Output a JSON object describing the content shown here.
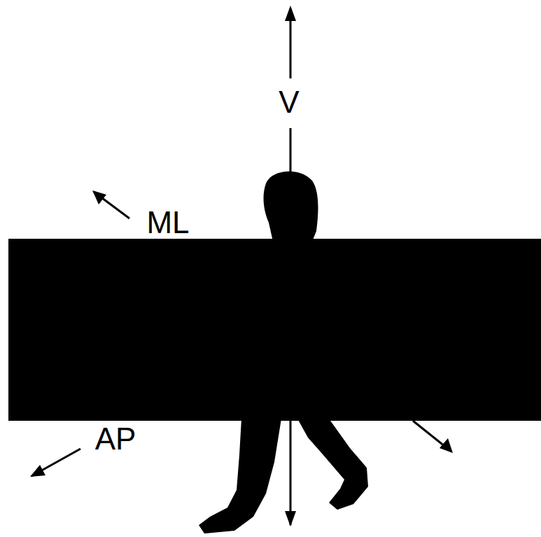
{
  "diagram": {
    "labels": [
      "V",
      "ML",
      "AP"
    ]
  }
}
